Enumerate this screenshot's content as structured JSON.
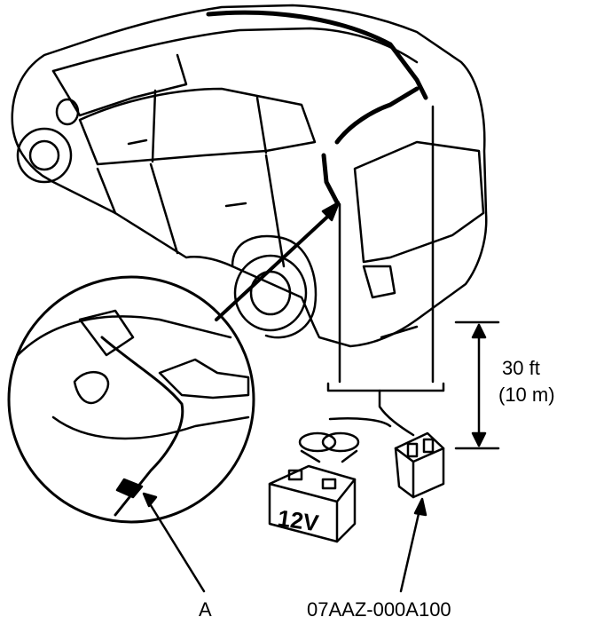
{
  "diagram": {
    "labels": {
      "length_line1": "30 ft",
      "length_line2": "(10 m)",
      "part_a": "A",
      "tool_number": "07AAZ-000A100",
      "battery_voltage": "12V"
    },
    "colors": {
      "ink": "#000000",
      "paper": "#ffffff"
    }
  }
}
